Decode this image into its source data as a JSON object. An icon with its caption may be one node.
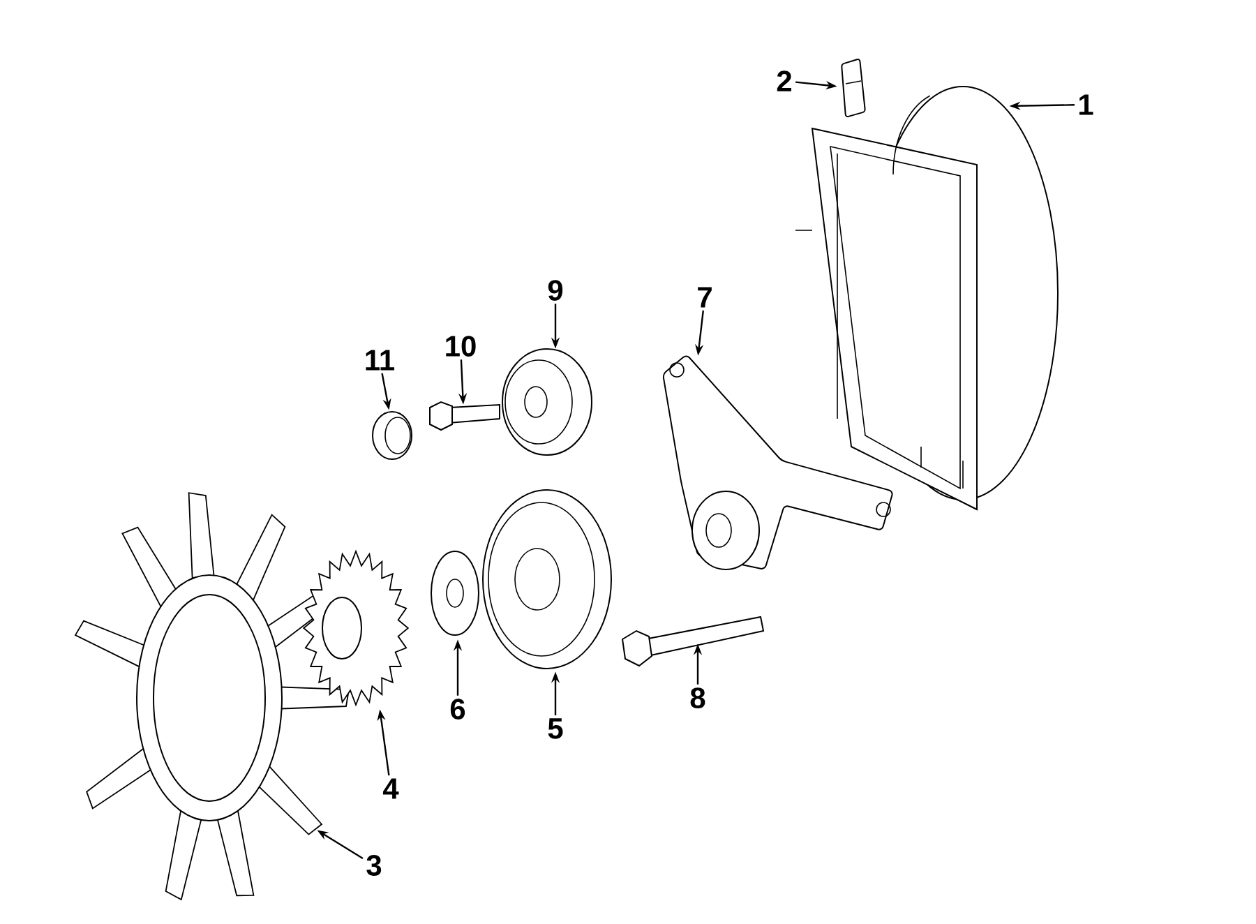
{
  "diagram": {
    "nodes": [
      {
        "text": [
          "1"
        ]
      },
      {
        "text": [
          "2"
        ]
      },
      {
        "text": [
          "3"
        ]
      },
      {
        "text": [
          "4"
        ]
      },
      {
        "text": [
          "5"
        ]
      },
      {
        "text": [
          "6"
        ]
      },
      {
        "text": [
          "7"
        ]
      },
      {
        "text": [
          "8"
        ]
      },
      {
        "text": [
          "9"
        ]
      },
      {
        "text": [
          "10"
        ]
      },
      {
        "text": [
          "11"
        ]
      },
      {
        "text": [],
        "shape": "picture"
      },
      {
        "text": [],
        "shape": "picture"
      },
      {
        "text": [],
        "shape": "picture"
      },
      {
        "text": [],
        "shape": "picture"
      },
      {
        "text": [],
        "shape": "picture"
      },
      {
        "text": [],
        "shape": "picture"
      },
      {
        "text": [],
        "shape": "picture"
      },
      {
        "text": [],
        "shape": "picture"
      },
      {
        "text": [],
        "shape": "picture"
      },
      {
        "text": [],
        "shape": "picture"
      },
      {
        "text": [],
        "shape": "picture"
      }
    ],
    "edges": [
      {
        "from": 0,
        "to": 11,
        "arrow": "to"
      },
      {
        "from": 1,
        "to": 12,
        "arrow": "to"
      },
      {
        "from": 2,
        "to": 13,
        "arrow": "to"
      },
      {
        "from": 3,
        "to": 14,
        "arrow": "to"
      },
      {
        "from": 4,
        "to": 15,
        "arrow": "to"
      },
      {
        "from": 5,
        "to": 16,
        "arrow": "to"
      },
      {
        "from": 6,
        "to": 17,
        "arrow": "to"
      },
      {
        "from": 7,
        "to": 18,
        "arrow": "to"
      },
      {
        "from": 8,
        "to": 19,
        "arrow": "to"
      },
      {
        "from": 9,
        "to": 20,
        "arrow": "to"
      },
      {
        "from": 10,
        "to": 21,
        "arrow": "to"
      }
    ]
  }
}
